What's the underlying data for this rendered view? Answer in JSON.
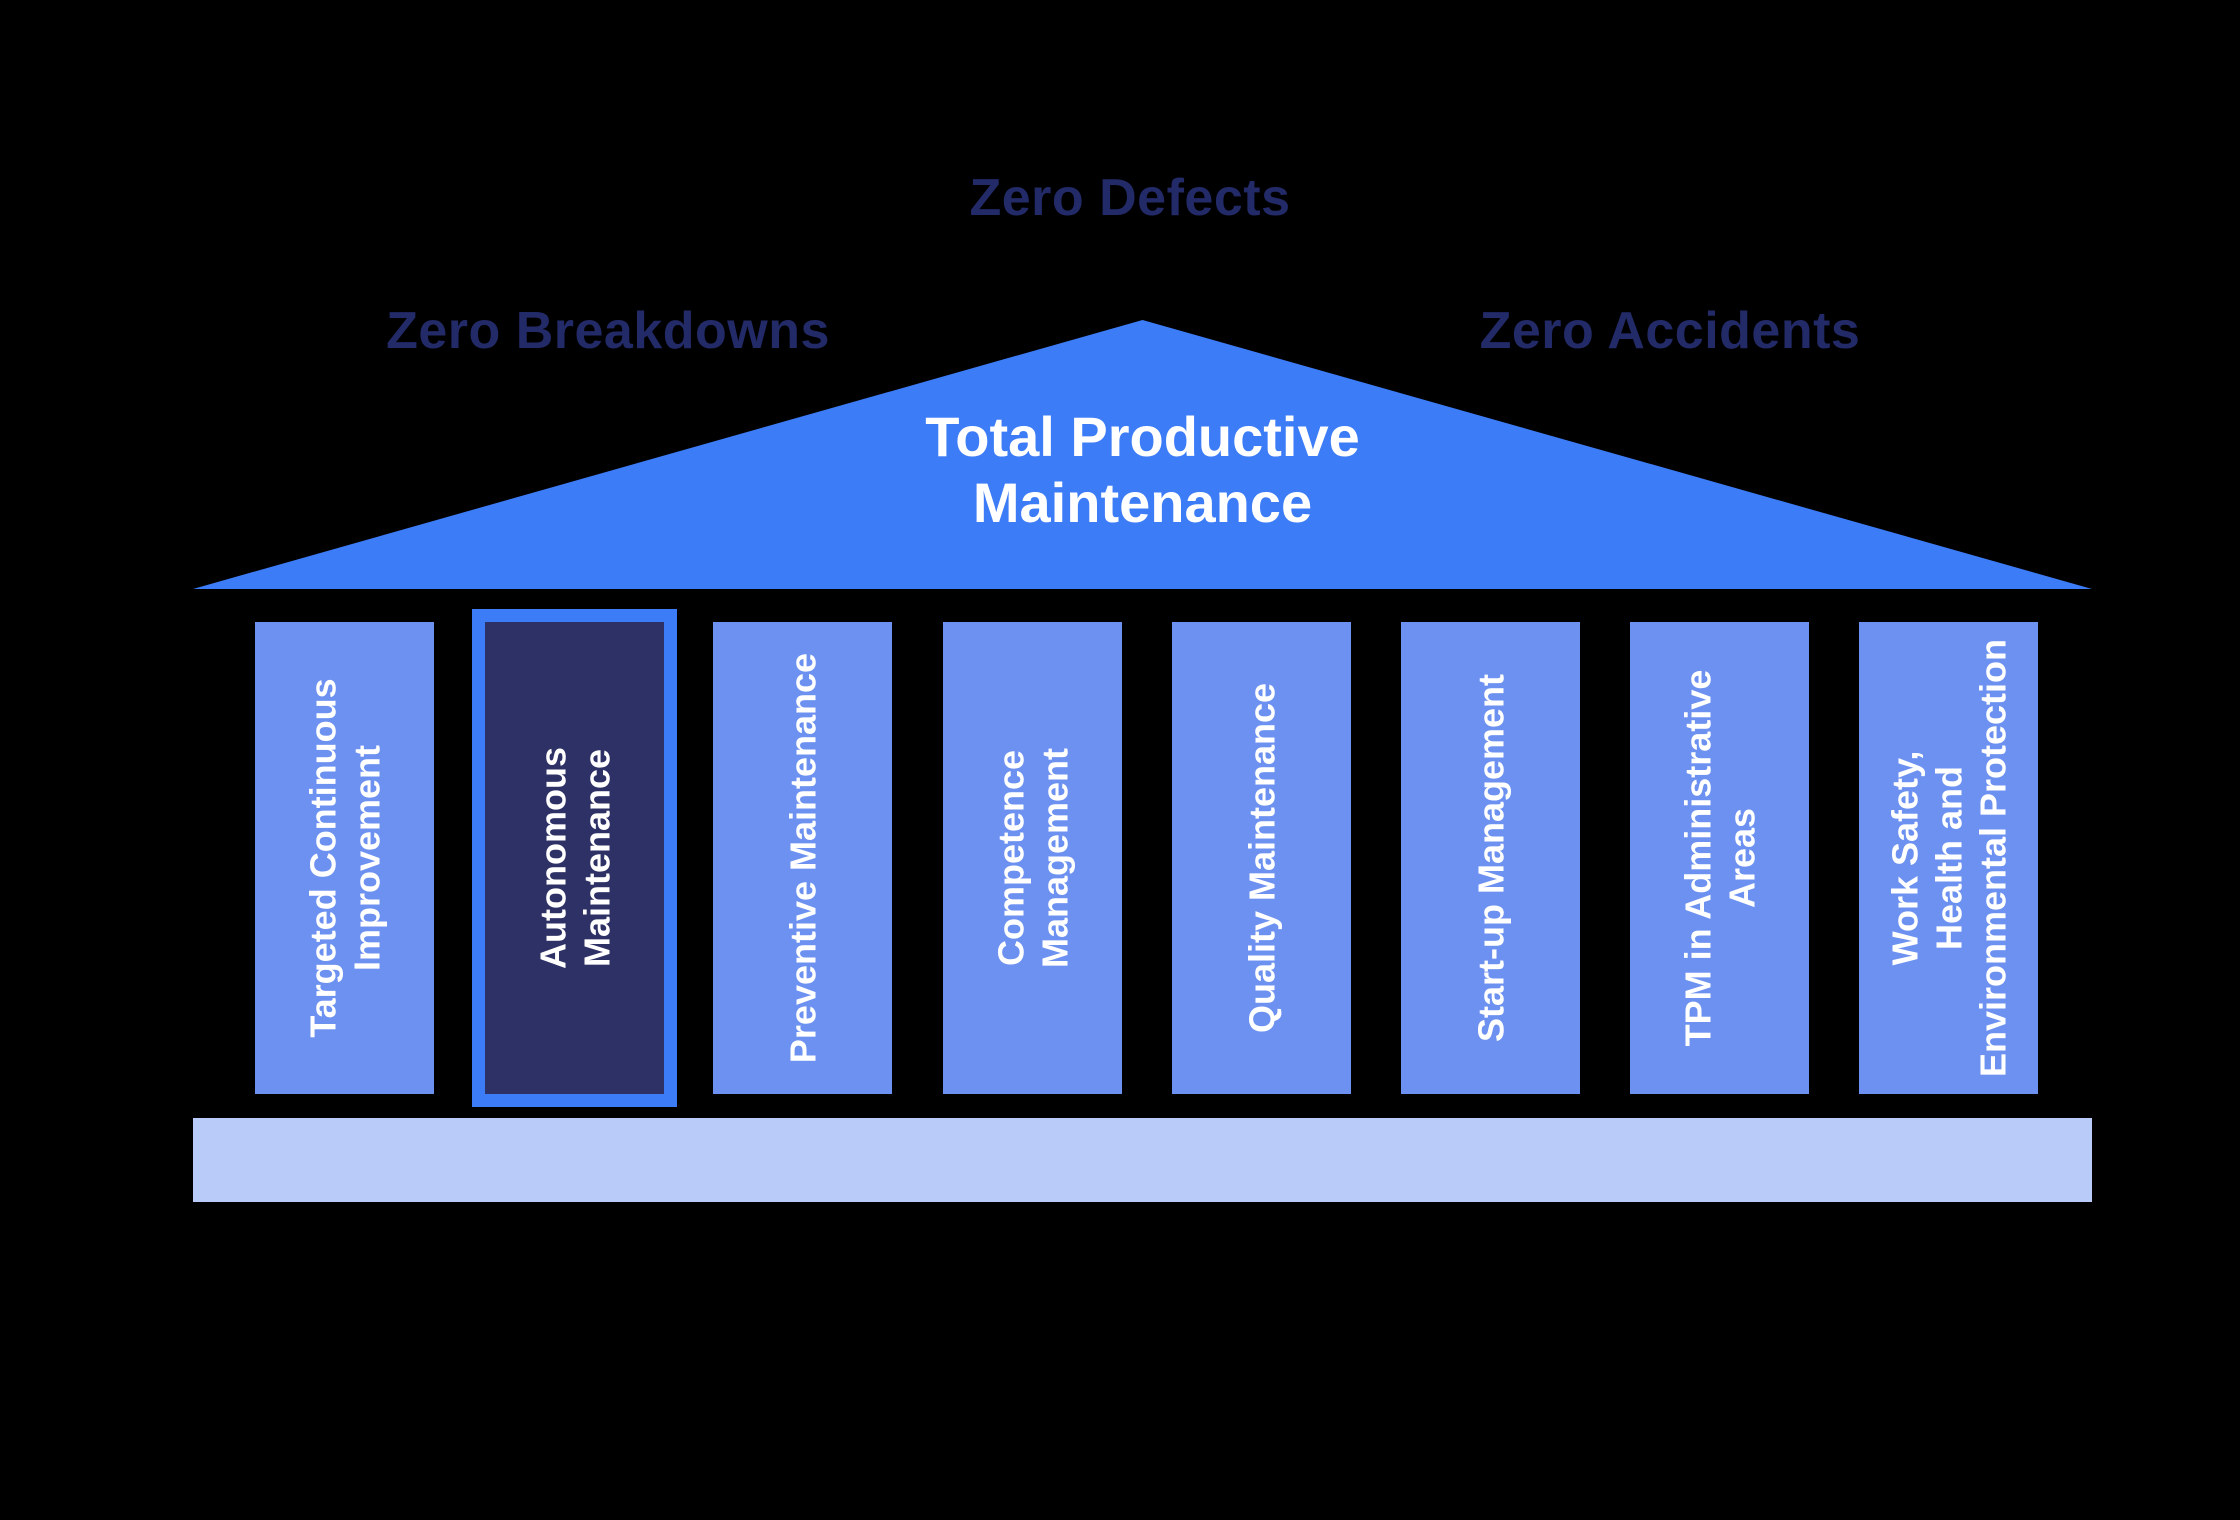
{
  "diagram": {
    "background": "#000000",
    "goals": {
      "defects": "Zero Defects",
      "breakdowns": "Zero Breakdowns",
      "accidents": "Zero Accidents"
    },
    "roof": {
      "title": "Total Productive Maintenance",
      "color": "#3D7CF7",
      "title_color": "#FFFFFF"
    },
    "pillars": [
      {
        "label": "Targeted Continuous\nImprovement",
        "highlighted": false
      },
      {
        "label": "Autonomous\nMaintenance",
        "highlighted": true
      },
      {
        "label": "Preventive Maintenance",
        "highlighted": false
      },
      {
        "label": "Competence\nManagement",
        "highlighted": false
      },
      {
        "label": "Quality Maintenance",
        "highlighted": false
      },
      {
        "label": "Start-up Management",
        "highlighted": false
      },
      {
        "label": "TPM in Administrative\nAreas",
        "highlighted": false
      },
      {
        "label": "Work Safety,\nHealth and\nEnvironmental Protection",
        "highlighted": false
      }
    ],
    "colors": {
      "pillar_blue": "#6C91F0",
      "pillar_dark_navy": "#2E3166",
      "highlight_border_blue": "#3D7CF7",
      "base_bar_light_blue": "#B9CBF8",
      "heading_navy": "#232A68",
      "pillar_text_white": "#FFFFFF"
    }
  }
}
